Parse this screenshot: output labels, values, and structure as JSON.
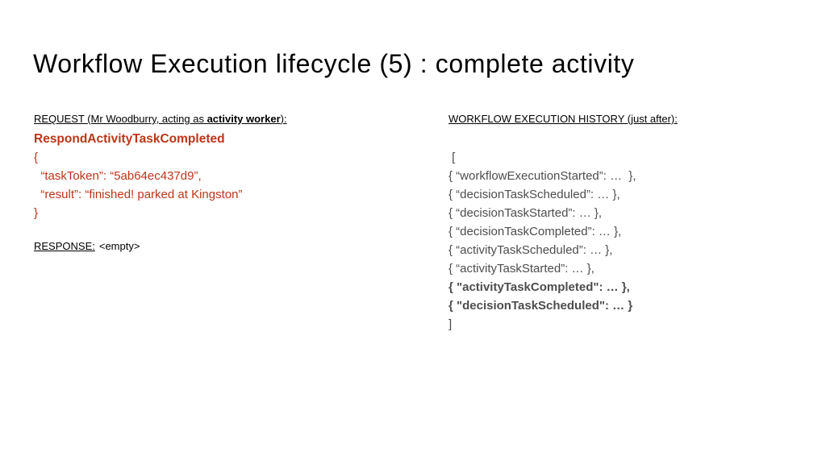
{
  "title": "Workflow Execution lifecycle (5) : complete activity",
  "left": {
    "request_prefix": "REQUEST (Mr Woodburry, acting as ",
    "request_bold": "activity worker",
    "request_suffix": "):",
    "method": "RespondActivityTaskCompleted",
    "code_lines": [
      "{",
      "  “taskToken”: “5ab64ec437d9”,",
      "  “result”: “finished! parked at Kingston”",
      "}"
    ],
    "response_label": "RESPONSE:",
    "response_value": "<empty>"
  },
  "right": {
    "header": "WORKFLOW EXECUTION HISTORY (just after):",
    "open_bracket": " [",
    "items": [
      {
        "text": "{ “workflowExecutionStarted”: …  },",
        "bold": false
      },
      {
        "text": "{ “decisionTaskScheduled”: … },",
        "bold": false
      },
      {
        "text": "{ “decisionTaskStarted”: … },",
        "bold": false
      },
      {
        "text": "{ “decisionTaskCompleted”: … },",
        "bold": false
      },
      {
        "text": "{ “activityTaskScheduled”: … },",
        "bold": false
      },
      {
        "text": "{ “activityTaskStarted”: … },",
        "bold": false
      },
      {
        "text": "{ \"activityTaskCompleted\": … },",
        "bold": true
      },
      {
        "text": "{ \"decisionTaskScheduled\": … }",
        "bold": true
      }
    ],
    "close_bracket": "]"
  },
  "colors": {
    "background": "#ffffff",
    "text": "#000000",
    "code_red": "#bc3519",
    "history_gray": "#4d4d4d"
  }
}
